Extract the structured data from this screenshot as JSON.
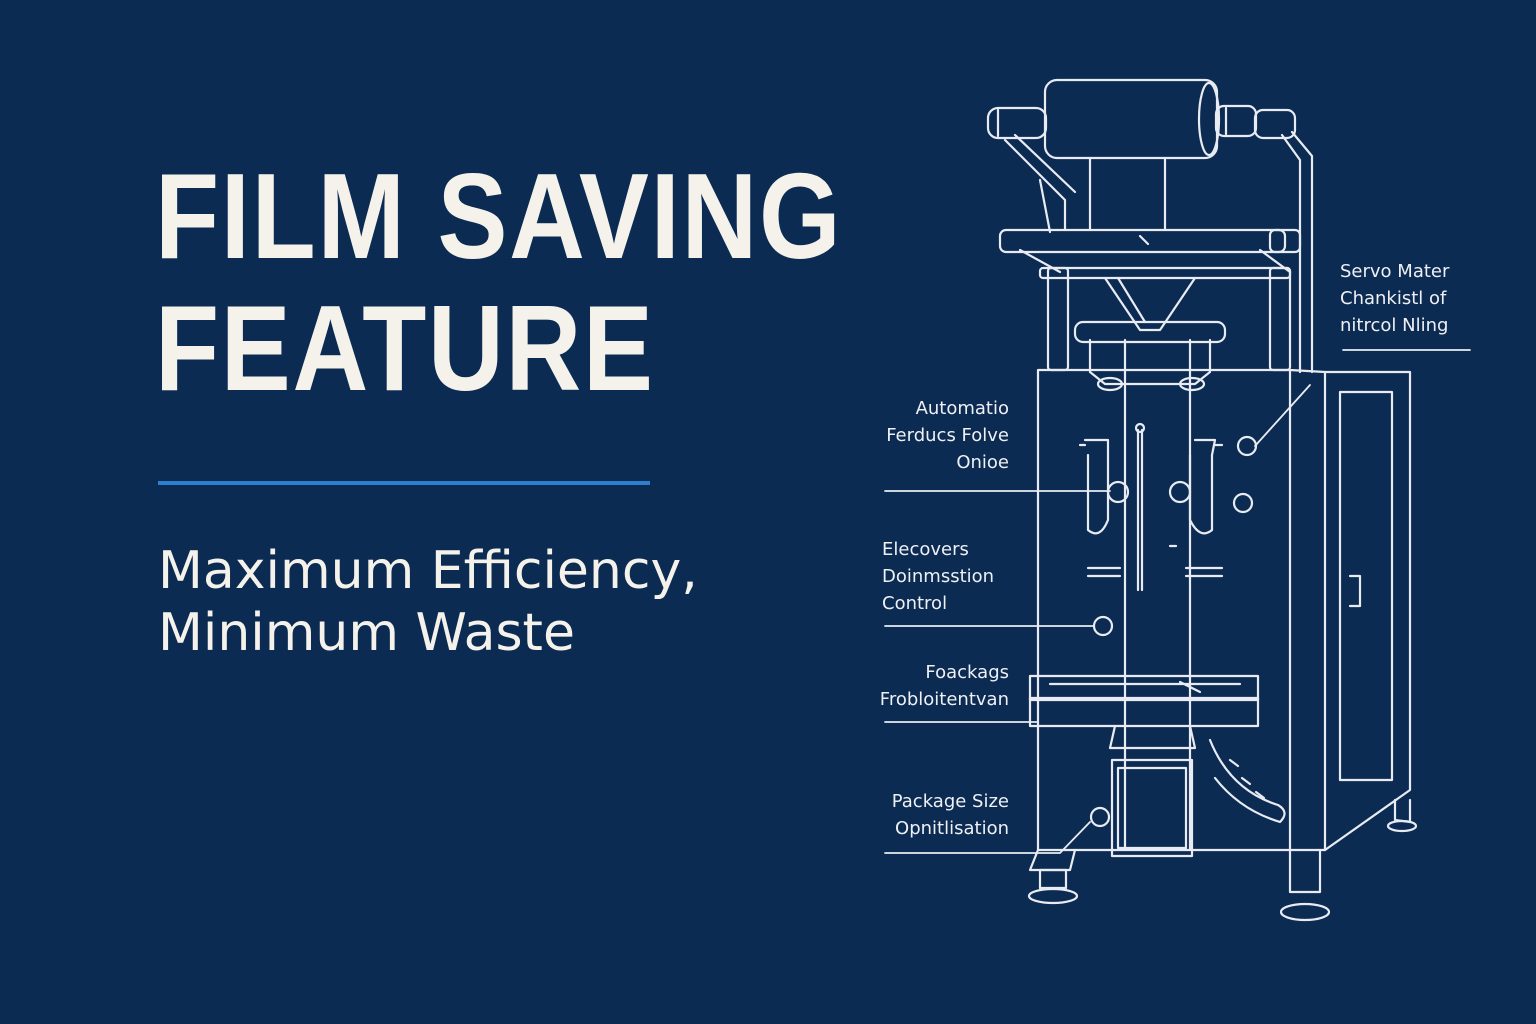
{
  "headline": {
    "line1": "FILM SAVING",
    "line2": "FEATURE"
  },
  "tagline": {
    "line1": "Maximum Efficiency,",
    "line2": "Minimum Waste"
  },
  "colors": {
    "background": "#0c2b52",
    "text": "#f4f2ea",
    "accent_rule": "#2f7fd0",
    "linework": "#e8ecf2"
  },
  "callouts": {
    "servo": {
      "line1": "Servo Mater",
      "line2": "Chankistl of",
      "line3": "nitrcol Nling"
    },
    "automatic": {
      "line1": "Automatio",
      "line2": "Ferducs Folve",
      "line3": "Onioe"
    },
    "electronic": {
      "line1": "Elecovers",
      "line2": "Doinmsstion",
      "line3": "Control"
    },
    "packaging": {
      "line1": "Foackags",
      "line2": "Frobloitentvan"
    },
    "package_size": {
      "line1": "Package Size",
      "line2": "Opnitlisation"
    }
  }
}
